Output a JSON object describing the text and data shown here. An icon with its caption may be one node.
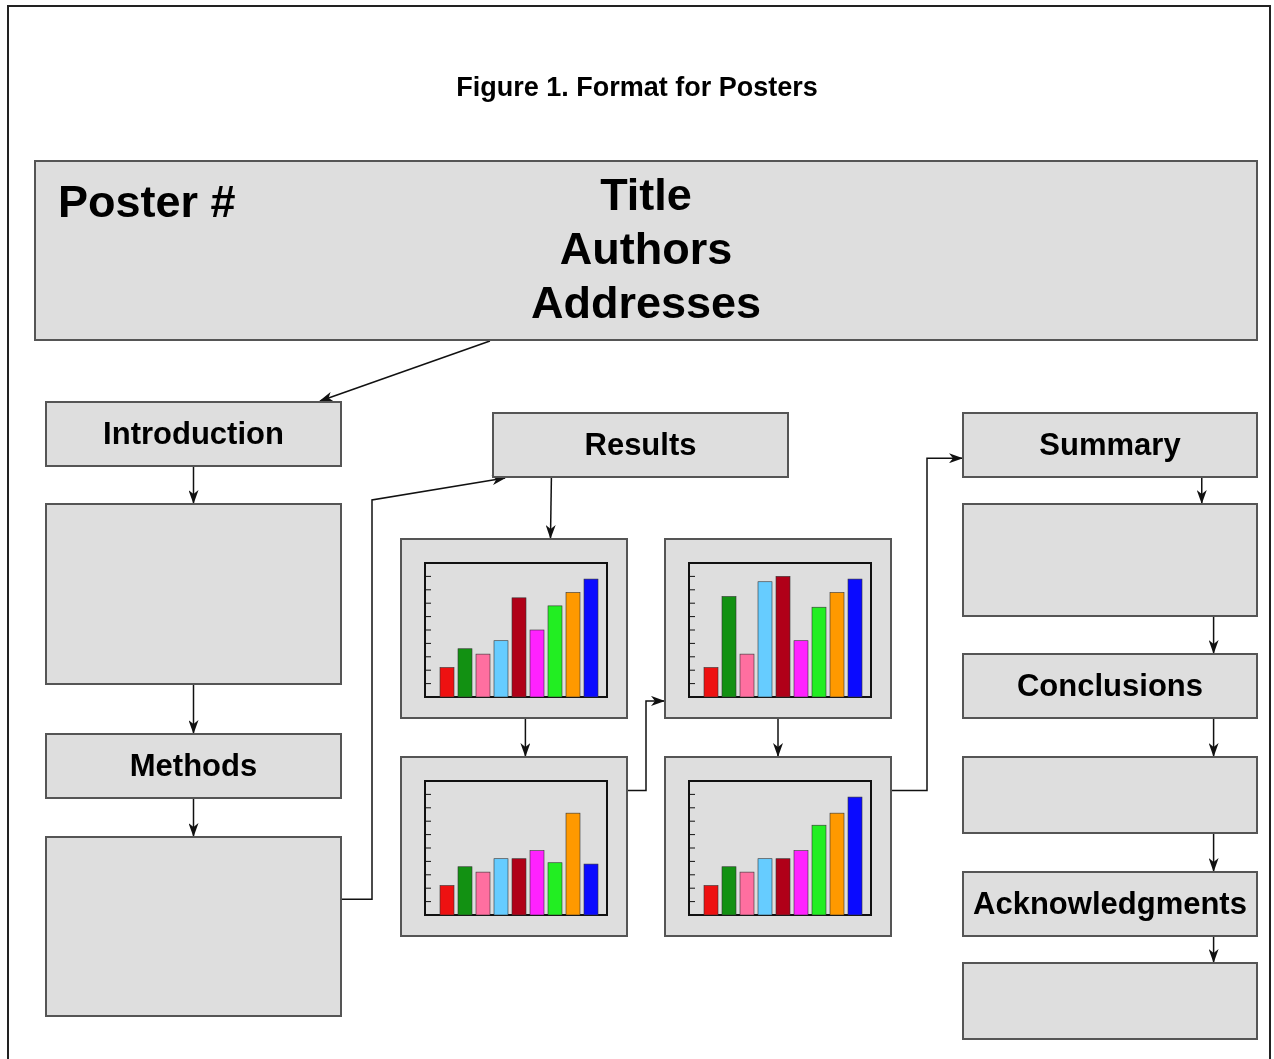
{
  "diagram": {
    "title": "Figure 1. Format for Posters",
    "nodes": [
      {
        "text": [
          "Poster #",
          "Title Authors Addresses"
        ]
      },
      {
        "text": [
          "Introduction"
        ]
      },
      {
        "text": [],
        "shape": "box"
      },
      {
        "text": [
          "Methods"
        ]
      },
      {
        "text": [],
        "shape": "box"
      },
      {
        "text": [
          "Results"
        ]
      },
      {
        "text": [],
        "shape": "picture"
      },
      {
        "text": [],
        "shape": "picture"
      },
      {
        "text": [],
        "shape": "picture"
      },
      {
        "text": [],
        "shape": "picture"
      },
      {
        "text": [
          "Summary"
        ]
      },
      {
        "text": [],
        "shape": "box"
      },
      {
        "text": [
          "Conclusions"
        ]
      },
      {
        "text": [],
        "shape": "box"
      },
      {
        "text": [
          "Acknowledgments"
        ]
      },
      {
        "text": [],
        "shape": "box"
      }
    ],
    "edges": [
      {
        "from": 0,
        "to": 1,
        "arrow": "to"
      },
      {
        "from": 1,
        "to": 2,
        "arrow": "to"
      },
      {
        "from": 2,
        "to": 3,
        "arrow": "to"
      },
      {
        "from": 3,
        "to": 4,
        "arrow": "to"
      },
      {
        "from": 4,
        "to": 5,
        "arrow": "to"
      },
      {
        "from": 5,
        "to": 6,
        "arrow": "to"
      },
      {
        "from": 6,
        "to": 8,
        "arrow": "to"
      },
      {
        "from": 8,
        "to": 7,
        "arrow": "to"
      },
      {
        "from": 7,
        "to": 9,
        "arrow": "to"
      },
      {
        "from": 9,
        "to": 10,
        "arrow": "to"
      },
      {
        "from": 10,
        "to": 11,
        "arrow": "to"
      },
      {
        "from": 11,
        "to": 12,
        "arrow": "to"
      },
      {
        "from": 12,
        "to": 13,
        "arrow": "to"
      },
      {
        "from": 13,
        "to": 14,
        "arrow": "to"
      },
      {
        "from": 14,
        "to": 15,
        "arrow": "to"
      }
    ]
  }
}
